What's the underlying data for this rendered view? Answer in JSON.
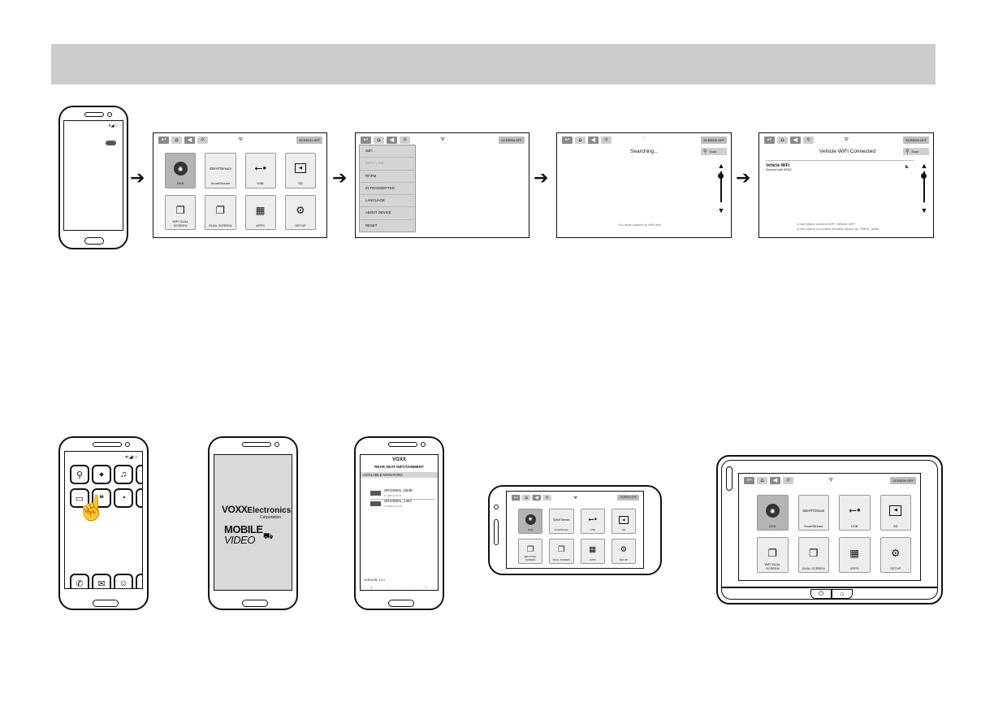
{
  "topbar": {
    "back": "↩",
    "home": "⌂",
    "vol": "◀",
    "bright": "☼",
    "screen_off": "SCREEN OFF",
    "wifi": "ᯤ"
  },
  "home_tiles": [
    {
      "label": "DVD",
      "icon": "disc-icon",
      "glyph": "◉"
    },
    {
      "label": "SmartStream",
      "icon": "smartstream-logo",
      "glyph": "SMARTstream"
    },
    {
      "label": "USB",
      "icon": "usb-icon",
      "glyph": "⭠•"
    },
    {
      "label": "SD",
      "icon": "sd-icon",
      "glyph": "◀"
    },
    {
      "label": "WiFi DUAL SCREEN",
      "icon": "wifi-dual-screen-icon",
      "glyph": "❐"
    },
    {
      "label": "DUAL SCREEN",
      "icon": "dual-screen-icon",
      "glyph": "❐"
    },
    {
      "label": "APPS",
      "icon": "apps-grid-icon",
      "glyph": "▦"
    },
    {
      "label": "SETUP",
      "icon": "gear-icon",
      "glyph": "⚙"
    }
  ],
  "setup_menu": [
    "WiFi",
    "VOXX LINK",
    "RF/FM",
    "IR TRANSMITTER",
    "LANGUAGE",
    "ABOUT DEVICE",
    "RESET"
  ],
  "searching": {
    "title": "Searching...",
    "scan": "Scan",
    "hint": "You must connect to WiFi first"
  },
  "connected": {
    "title": "Vehicle WiFi  Connected",
    "scan": "Scan",
    "network_name": "Vehicle WiFi",
    "network_status": "Secured with WPA2",
    "note1": "1.Use phone connect WiFi \"Vehicle WiFi\"",
    "note2": "2.Use phone to connect wireless device by \"VMG1_ipsde"
  },
  "scroll": {
    "up": "▲",
    "down": "▼"
  },
  "flow_arrow": "➔",
  "splash": {
    "brand": "VOXX",
    "brand2": "Electronics",
    "corp": "Corporation",
    "line1": "MOBILE",
    "line2": "VIDEO"
  },
  "app_screen": {
    "title": "VOXX",
    "subtitle": "REAR SEAT INFOTAINMENT",
    "section": "AVAILABLE MONITORS",
    "monitors": [
      {
        "name": "SR10M01_b6d9",
        "ip": "11.2200.1.20.64"
      },
      {
        "name": "SR10M01_c357",
        "ip": "11.2200.1.20.29"
      }
    ],
    "version": "VERSION: 1.0.2"
  },
  "launcher_icons": [
    "location-icon",
    "twitter-icon",
    "music-icon",
    "camera-icon",
    "dual-touch-icon",
    "chat-icon",
    "clock-icon",
    "settings-icon"
  ],
  "dock_icons": [
    "phone-icon",
    "message-icon",
    "contacts-icon",
    "browser-icon"
  ],
  "tablet_buttons": {
    "power": "⏻",
    "home": "⌂"
  }
}
